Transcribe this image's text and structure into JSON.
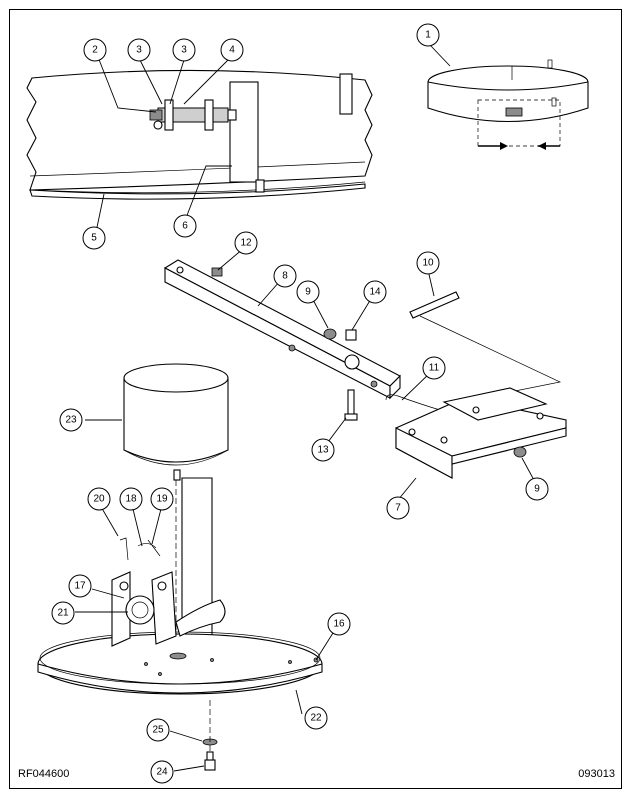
{
  "figure": {
    "ref_left": "RF044600",
    "ref_right": "093013"
  },
  "callouts": [
    {
      "id": "c1",
      "label": "1"
    },
    {
      "id": "c2",
      "label": "2"
    },
    {
      "id": "c3a",
      "label": "3"
    },
    {
      "id": "c3b",
      "label": "3"
    },
    {
      "id": "c4",
      "label": "4"
    },
    {
      "id": "c5",
      "label": "5"
    },
    {
      "id": "c6",
      "label": "6"
    },
    {
      "id": "c7",
      "label": "7"
    },
    {
      "id": "c8",
      "label": "8"
    },
    {
      "id": "c9a",
      "label": "9"
    },
    {
      "id": "c9b",
      "label": "9"
    },
    {
      "id": "c10",
      "label": "10"
    },
    {
      "id": "c11",
      "label": "11"
    },
    {
      "id": "c12",
      "label": "12"
    },
    {
      "id": "c13",
      "label": "13"
    },
    {
      "id": "c14",
      "label": "14"
    },
    {
      "id": "c16",
      "label": "16"
    },
    {
      "id": "c17",
      "label": "17"
    },
    {
      "id": "c18",
      "label": "18"
    },
    {
      "id": "c19",
      "label": "19"
    },
    {
      "id": "c20",
      "label": "20"
    },
    {
      "id": "c21",
      "label": "21"
    },
    {
      "id": "c22",
      "label": "22"
    },
    {
      "id": "c23",
      "label": "23"
    },
    {
      "id": "c24",
      "label": "24"
    },
    {
      "id": "c25",
      "label": "25"
    }
  ]
}
